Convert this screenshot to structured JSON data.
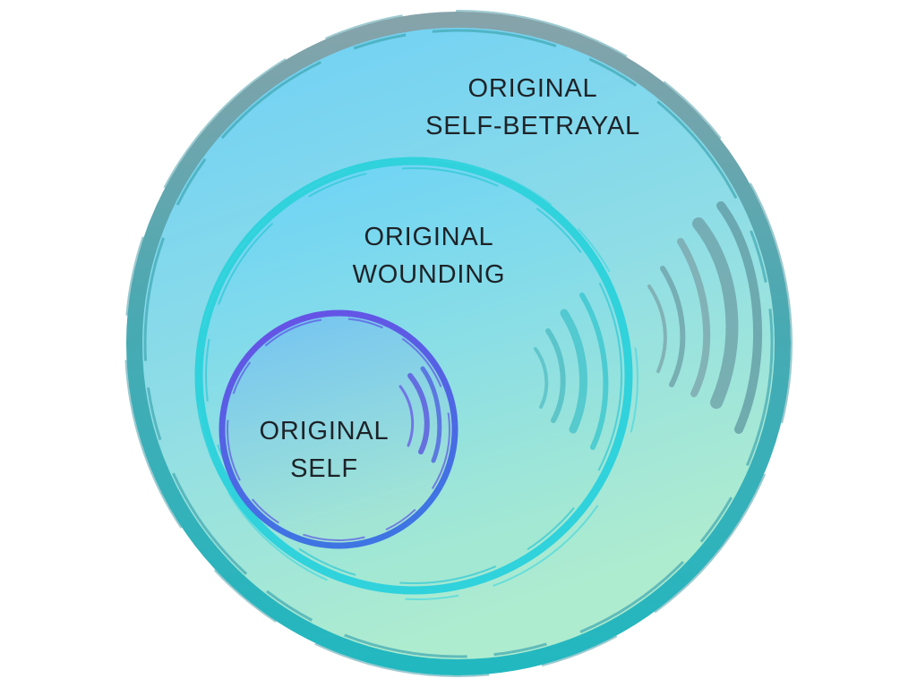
{
  "diagram": {
    "outer": {
      "line1": "ORIGINAL",
      "line2": "SELF-BETRAYAL"
    },
    "middle": {
      "line1": "ORIGINAL",
      "line2": "WOUNDING"
    },
    "inner": {
      "line1": "ORIGINAL",
      "line2": "SELF"
    }
  },
  "colors": {
    "outer_fill_top": "#6dcff6",
    "outer_fill_bottom": "#a8ebd2",
    "outer_ring": "#3fb3b8",
    "outer_ring_dark": "#7a9fa7",
    "middle_ring": "#2ed3dc",
    "inner_ring": "#5b4fe0",
    "inner_fill_top": "#74c4f2",
    "inner_fill_bottom": "#9be4d8",
    "text": "#1d2328"
  }
}
